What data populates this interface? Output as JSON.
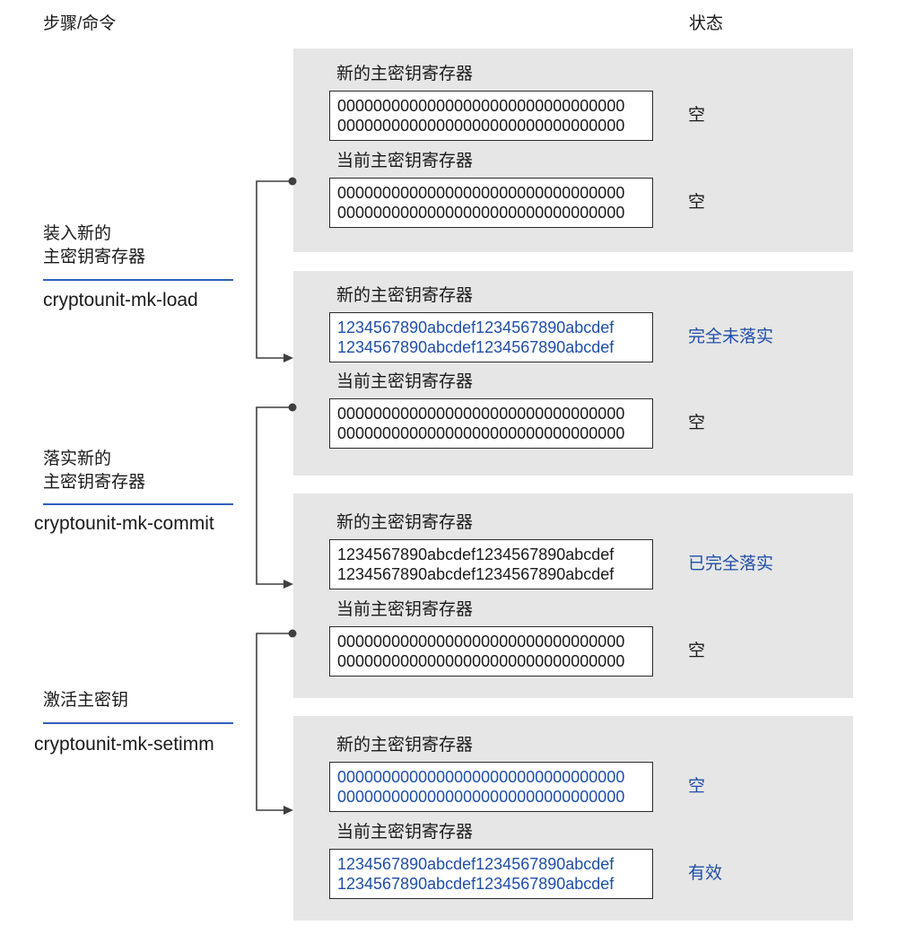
{
  "header": {
    "step_label": "步骤/命令",
    "status_label": "状态"
  },
  "steps": [
    {
      "title_lines": [
        "装入新的",
        "主密钥寄存器"
      ],
      "command": "cryptounit-mk-load"
    },
    {
      "title_lines": [
        "落实新的",
        "主密钥寄存器"
      ],
      "command": "cryptounit-mk-commit"
    },
    {
      "title_lines": [
        "激活主密钥"
      ],
      "command": "cryptounit-mk-setimm"
    }
  ],
  "panels": [
    {
      "registers": [
        {
          "label": "新的主密钥寄存器",
          "value_lines": [
            "00000000000000000000000000000000",
            "00000000000000000000000000000000"
          ],
          "value_color": "#1a1a1a",
          "status": "空",
          "status_color": "#1a1a1a"
        },
        {
          "label": "当前主密钥寄存器",
          "value_lines": [
            "00000000000000000000000000000000",
            "00000000000000000000000000000000"
          ],
          "value_color": "#1a1a1a",
          "status": "空",
          "status_color": "#1a1a1a"
        }
      ]
    },
    {
      "registers": [
        {
          "label": "新的主密钥寄存器",
          "value_lines": [
            "1234567890abcdef1234567890abcdef",
            "1234567890abcdef1234567890abcdef"
          ],
          "value_color": "#1f4ea8",
          "status": "完全未落实",
          "status_color": "#1f4ea8"
        },
        {
          "label": "当前主密钥寄存器",
          "value_lines": [
            "00000000000000000000000000000000",
            "00000000000000000000000000000000"
          ],
          "value_color": "#1a1a1a",
          "status": "空",
          "status_color": "#1a1a1a"
        }
      ]
    },
    {
      "registers": [
        {
          "label": "新的主密钥寄存器",
          "value_lines": [
            "1234567890abcdef1234567890abcdef",
            "1234567890abcdef1234567890abcdef"
          ],
          "value_color": "#1a1a1a",
          "status": "已完全落实",
          "status_color": "#1f4ea8"
        },
        {
          "label": "当前主密钥寄存器",
          "value_lines": [
            "00000000000000000000000000000000",
            "00000000000000000000000000000000"
          ],
          "value_color": "#1a1a1a",
          "status": "空",
          "status_color": "#1a1a1a"
        }
      ]
    },
    {
      "registers": [
        {
          "label": "新的主密钥寄存器",
          "value_lines": [
            "00000000000000000000000000000000",
            "00000000000000000000000000000000"
          ],
          "value_color": "#1f4ea8",
          "status": "空",
          "status_color": "#1f4ea8"
        },
        {
          "label": "当前主密钥寄存器",
          "value_lines": [
            "1234567890abcdef1234567890abcdef",
            "1234567890abcdef1234567890abcdef"
          ],
          "value_color": "#1f4ea8",
          "status": "有效",
          "status_color": "#1f4ea8"
        }
      ]
    }
  ],
  "colors": {
    "text": "#1a1a1a",
    "accent_blue": "#1f4ea8",
    "divider": "#2f5fbf",
    "panel_bg": "#e6e6e6",
    "box_border": "#2a2a2a",
    "connector": "#3f3f3f"
  }
}
